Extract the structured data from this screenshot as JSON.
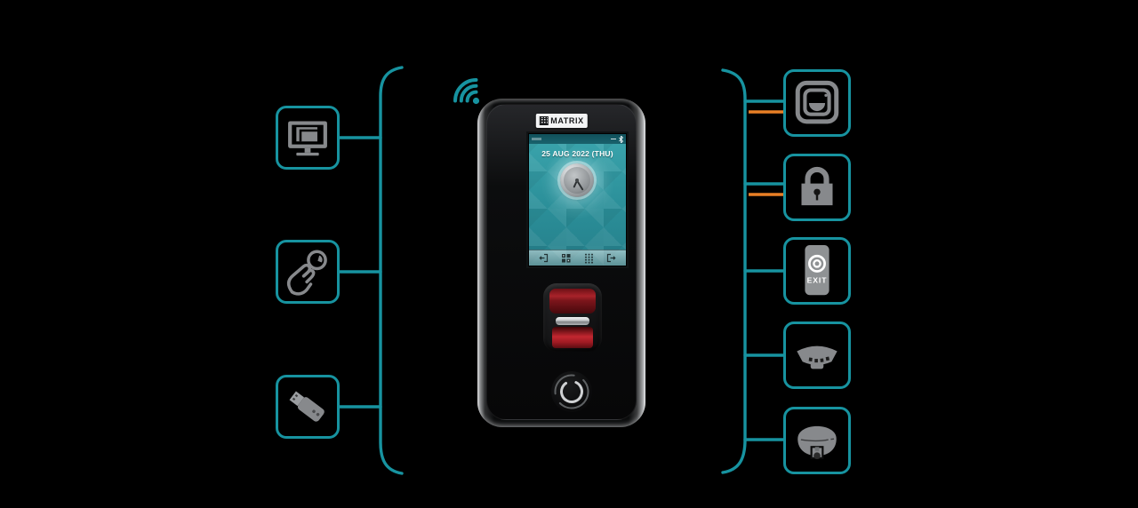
{
  "colors": {
    "background": "#000000",
    "teal_line": "#1793a0",
    "orange_line": "#e87f25",
    "icon_gray": "#87898c",
    "screen_teal": "#2f99a1",
    "sensor_red": "#c22730"
  },
  "center_device": {
    "brand_label": "MATRIX",
    "wifi_icon": "wifi-signal-icon",
    "screen": {
      "date_text": "25 AUG 2022 (THU)",
      "status_icons": [
        "minimize-icon",
        "bluetooth-icon"
      ],
      "clock_widget": "analog-clock",
      "dock_icons": [
        "logout-left-icon",
        "apps-grid-icon",
        "dialpad-icon",
        "logout-right-icon"
      ]
    },
    "fingerprint_sensor": "fingerprint-reader",
    "bell_button": "ring-bell-button"
  },
  "left_devices": [
    {
      "name": "computer",
      "icon": "desktop-monitor-icon"
    },
    {
      "name": "card-tap",
      "icon": "hand-proximity-token-icon"
    },
    {
      "name": "usb-drive",
      "icon": "usb-pen-drive-icon"
    }
  ],
  "right_devices": [
    {
      "name": "doorbell",
      "icon": "doorbell-icon",
      "connections": [
        "teal",
        "orange"
      ]
    },
    {
      "name": "door-lock",
      "icon": "padlock-icon",
      "connections": [
        "teal",
        "orange"
      ]
    },
    {
      "name": "exit-switch",
      "icon": "exit-button-icon",
      "label": "EXIT",
      "connections": [
        "teal"
      ]
    },
    {
      "name": "smoke-detector",
      "icon": "smoke-detector-icon",
      "connections": [
        "teal"
      ]
    },
    {
      "name": "dome-camera",
      "icon": "dome-camera-icon",
      "connections": [
        "teal"
      ]
    }
  ]
}
